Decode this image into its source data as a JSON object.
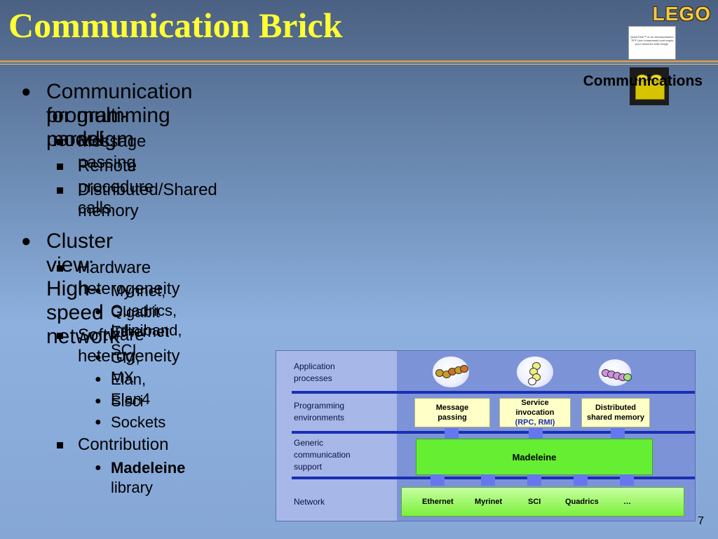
{
  "title": "Communication Brick",
  "logo": "LEGO",
  "quicktime_notice": "QuickTime™ et un décompresseur TIFF (non compressé) sont requis pour visionner cette image.",
  "brick_label": "Communications",
  "bullets": {
    "b1_line1": "Communication for multi-paradigm",
    "b1_line2": "programming model",
    "b1_sub1": "Message passing",
    "b1_sub2": "Remote procedure calls",
    "b1_sub3": "Distributed/Shared memory",
    "b2": "Cluster view: High-speed network",
    "b2_sub1": "Hardware heterogeneity",
    "b2_sub1_a": "Myrinet, Quadrics, Infiniband, SCI",
    "b2_sub1_b": "Gigabit Ethernet",
    "b2_sub2": "Software heterogeneity",
    "b2_sub2_a": "GM, MX",
    "b2_sub2_b": "Elan, Elan4",
    "b2_sub2_c": "Sisci",
    "b2_sub2_d": "Sockets",
    "b2_sub3": "Contribution",
    "b2_sub3_a_bold": "Madeleine",
    "b2_sub3_a_rest": " library"
  },
  "diagram": {
    "layer1_l1": "Application",
    "layer1_l2": "processes",
    "layer2_l1": "Programming",
    "layer2_l2": "environments",
    "layer3_l1": "Generic",
    "layer3_l2": "communication",
    "layer3_l3": "support",
    "layer4": "Network",
    "box_msg_l1": "Message",
    "box_msg_l2": "passing",
    "box_svc_l1": "Service",
    "box_svc_l2": "invocation",
    "box_svc_l3": "(RPC, RMI)",
    "box_dsm_l1": "Distributed",
    "box_dsm_l2": "shared memory",
    "madeleine": "Madeleine",
    "networks": [
      "Ethernet",
      "Myrinet",
      "SCI",
      "Quadrics",
      "…"
    ]
  },
  "page_number": "7",
  "colors": {
    "title": "#ffff33",
    "madeleine": "#66ee33",
    "layer_line": "#1a2fb5"
  }
}
